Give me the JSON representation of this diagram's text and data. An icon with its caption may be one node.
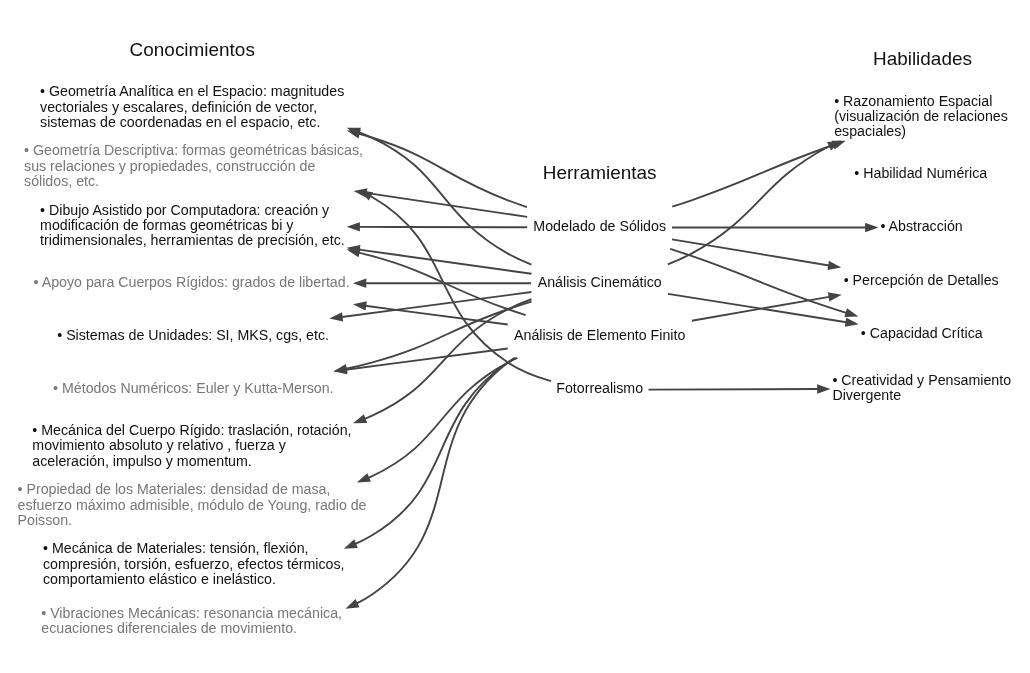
{
  "diagram": {
    "nodes": [
      {
        "text": [
          "• Geometría Analítica en el Espacio: magnitudes vectoriales y escalares, definición de vector, sistemas de coordenadas en el espacio, etc."
        ]
      },
      {
        "text": [
          "• Geometría Descriptiva: formas geométricas básicas, sus relaciones y propiedades, construcción de sólidos, etc."
        ]
      },
      {
        "text": [
          "• Dibujo Asistido por Computadora: creación y modificación de formas geométricas bi y tridimensionales, herramientas de precisión, etc."
        ]
      },
      {
        "text": [
          "• Apoyo para Cuerpos Rígidos: grados de libertad."
        ]
      },
      {
        "text": [
          "• Sistemas de Unidades: SI, MKS, cgs, etc."
        ]
      },
      {
        "text": [
          "• Métodos Numéricos: Euler y Kutta-Merson."
        ]
      },
      {
        "text": [
          "• Mecánica del Cuerpo Rígido: traslación, rotación, movimiento absoluto y relativo , fuerza y aceleración, impulso y momentum."
        ]
      },
      {
        "text": [
          "• Propiedad de los Materiales: densidad de masa, esfuerzo máximo admisible, módulo de Young, radio de Poisson."
        ]
      },
      {
        "text": [
          "• Mecánica de Materiales: tensión, flexión, compresión, torsión, esfuerzo, efectos térmicos, comportamiento elástico e inelástico."
        ]
      },
      {
        "text": [
          "• Vibraciones Mecánicas: resonancia mecánica, ecuaciones diferenciales de movimiento."
        ]
      },
      {
        "text": [
          "Modelado de Sólidos"
        ]
      },
      {
        "text": [
          "Análisis Cinemático"
        ]
      },
      {
        "text": [
          "Análisis de Elemento Finito"
        ]
      },
      {
        "text": [
          "Fotorrealismo"
        ]
      },
      {
        "text": [
          "• Razonamiento Espacial (visualización de relaciones espaciales)"
        ]
      },
      {
        "text": [
          "• Habilidad Numérica"
        ]
      },
      {
        "text": [
          "• Abstracción"
        ]
      },
      {
        "text": [
          "• Percepción de Detalles"
        ]
      },
      {
        "text": [
          "• Capacidad Crítica"
        ]
      },
      {
        "text": [
          "• Creatividad y Pensamiento Divergente"
        ]
      }
    ],
    "edges": [
      {
        "from": 10,
        "to": 0,
        "arrow": "to"
      },
      {
        "from": 10,
        "to": 1,
        "arrow": "to"
      },
      {
        "from": 10,
        "to": 2,
        "arrow": "to"
      },
      {
        "from": 11,
        "to": 0,
        "arrow": "to"
      },
      {
        "from": 11,
        "to": 2,
        "arrow": "to"
      },
      {
        "from": 11,
        "to": 3,
        "arrow": "to"
      },
      {
        "from": 11,
        "to": 4,
        "arrow": "to"
      },
      {
        "from": 11,
        "to": 5,
        "arrow": "to"
      },
      {
        "from": 11,
        "to": 6,
        "arrow": "to"
      },
      {
        "from": 12,
        "to": 2,
        "arrow": "to"
      },
      {
        "from": 12,
        "to": 3,
        "arrow": "to"
      },
      {
        "from": 12,
        "to": 5,
        "arrow": "to"
      },
      {
        "from": 12,
        "to": 7,
        "arrow": "to"
      },
      {
        "from": 12,
        "to": 8,
        "arrow": "to"
      },
      {
        "from": 12,
        "to": 9,
        "arrow": "to"
      },
      {
        "from": 13,
        "to": 1,
        "arrow": "to"
      },
      {
        "from": 10,
        "to": 14,
        "arrow": "to"
      },
      {
        "from": 10,
        "to": 16,
        "arrow": "to"
      },
      {
        "from": 10,
        "to": 17,
        "arrow": "to"
      },
      {
        "from": 10,
        "to": 18,
        "arrow": "to"
      },
      {
        "from": 11,
        "to": 14,
        "arrow": "to"
      },
      {
        "from": 11,
        "to": 18,
        "arrow": "to"
      },
      {
        "from": 12,
        "to": 17,
        "arrow": "to"
      },
      {
        "from": 13,
        "to": 19,
        "arrow": "to"
      }
    ],
    "labels": [
      "Conocimientos",
      "Herramientas",
      "Habilidades"
    ]
  }
}
